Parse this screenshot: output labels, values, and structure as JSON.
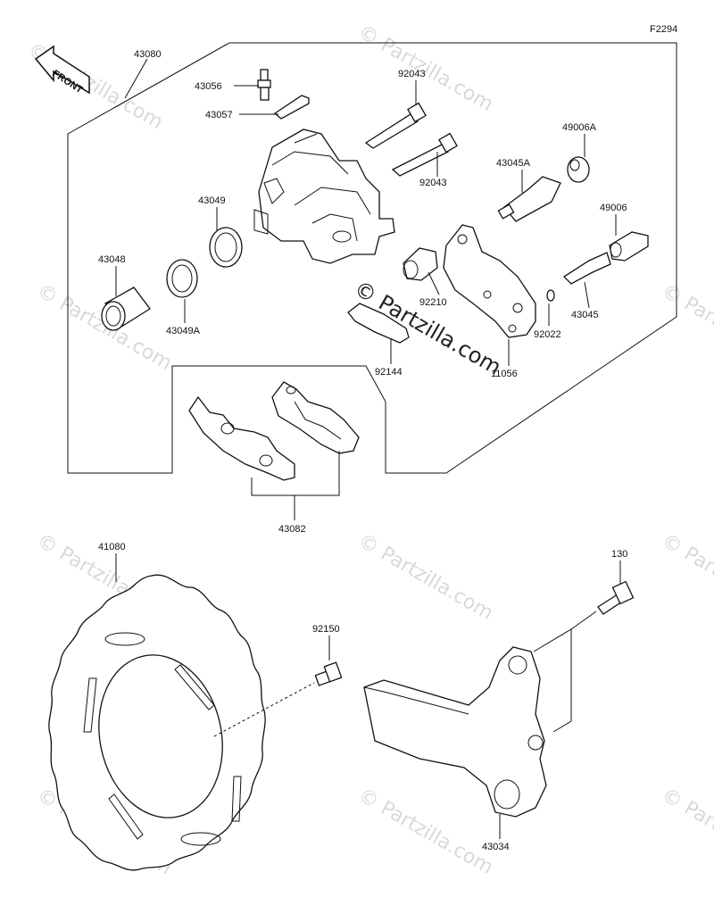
{
  "figure_code": "F2294",
  "front_label": "FRONT",
  "watermark": "© Partzilla.com",
  "part_labels": {
    "p43080": "43080",
    "p43056": "43056",
    "p43057": "43057",
    "p92043a": "92043",
    "p92043b": "92043",
    "p49006A": "49006A",
    "p43045A": "43045A",
    "p49006": "49006",
    "p43049": "43049",
    "p43048": "43048",
    "p43049A": "43049A",
    "p92210": "92210",
    "p92022": "92022",
    "p43045": "43045",
    "p92144": "92144",
    "p11056": "11056",
    "p43082": "43082",
    "p41080": "41080",
    "p92150": "92150",
    "p130": "130",
    "p43034": "43034"
  }
}
